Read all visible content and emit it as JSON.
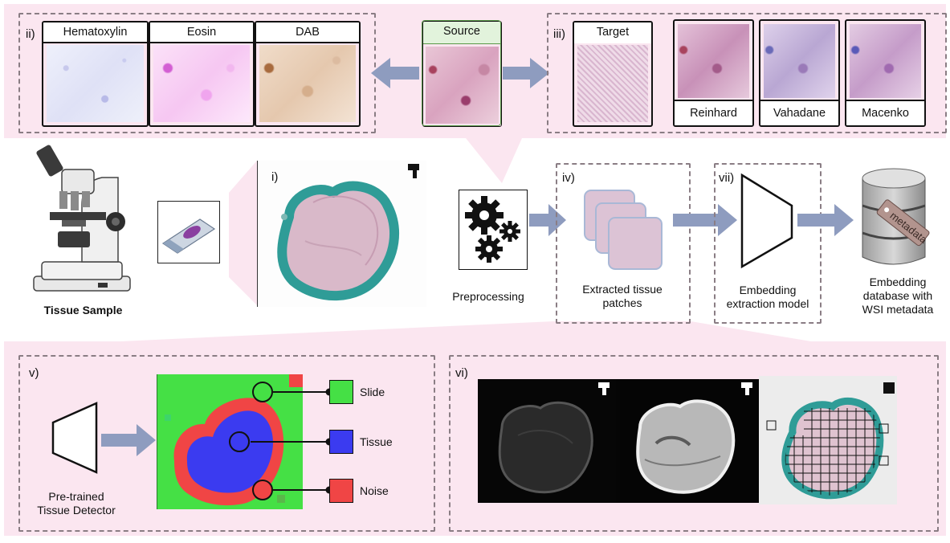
{
  "labels": {
    "sec_ii": "ii)",
    "sec_iii": "iii)",
    "sec_i": "i)",
    "sec_iv": "iv)",
    "sec_v": "v)",
    "sec_vi": "vi)",
    "sec_vii": "vii)"
  },
  "stains": {
    "hematoxylin": "Hematoxylin",
    "eosin": "Eosin",
    "dab": "DAB"
  },
  "source": "Source",
  "normalization": {
    "target": "Target",
    "reinhard": "Reinhard",
    "vahadane": "Vahadane",
    "macenko": "Macenko"
  },
  "tissue_sample": "Tissue Sample",
  "preprocessing": "Preprocessing",
  "patches": {
    "line1": "Extracted tissue",
    "line2": "patches"
  },
  "embedding": {
    "line1": "Embedding",
    "line2": "extraction model"
  },
  "database": {
    "line1": "Embedding",
    "line2": "database with",
    "line3": "WSI metadata",
    "tag": "metadata"
  },
  "detector": {
    "line1": "Pre-trained",
    "line2": "Tissue Detector"
  },
  "classes": {
    "slide": "Slide",
    "tissue": "Tissue",
    "noise": "Noise"
  },
  "colors": {
    "band": "#fbe6f0",
    "arrow": "#8e9cbf",
    "slide_green": "#45e045",
    "tissue_blue": "#3b3bf0",
    "noise_red": "#f04545",
    "gate_green": "#e9f6e6",
    "gate_border": "#5a9a4a"
  }
}
